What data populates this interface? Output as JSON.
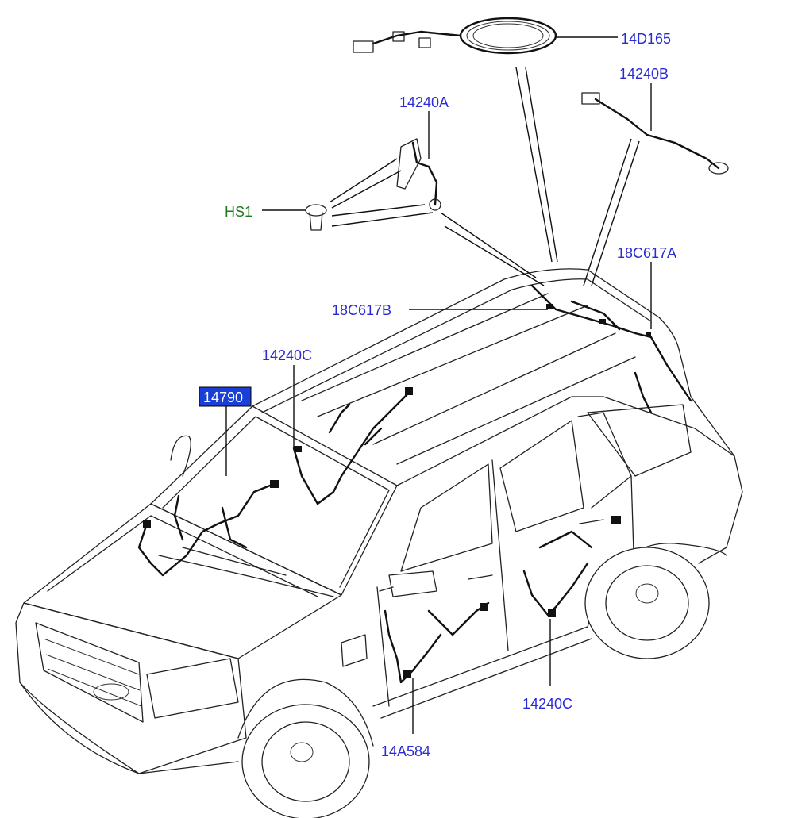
{
  "callouts": {
    "c14D165": "14D165",
    "c14240B": "14240B",
    "c14240A": "14240A",
    "cHS1": "HS1",
    "c18C617A": "18C617A",
    "c18C617B": "18C617B",
    "c14240C_top": "14240C",
    "c14790": "14790",
    "c14240C_bottom": "14240C",
    "c14A584": "14A584"
  },
  "colors": {
    "callout_text": "#2b2bd6",
    "fastener_text": "#1f7a1f",
    "selected_label_bg": "#1a3fd6",
    "line_art": "#222222"
  }
}
